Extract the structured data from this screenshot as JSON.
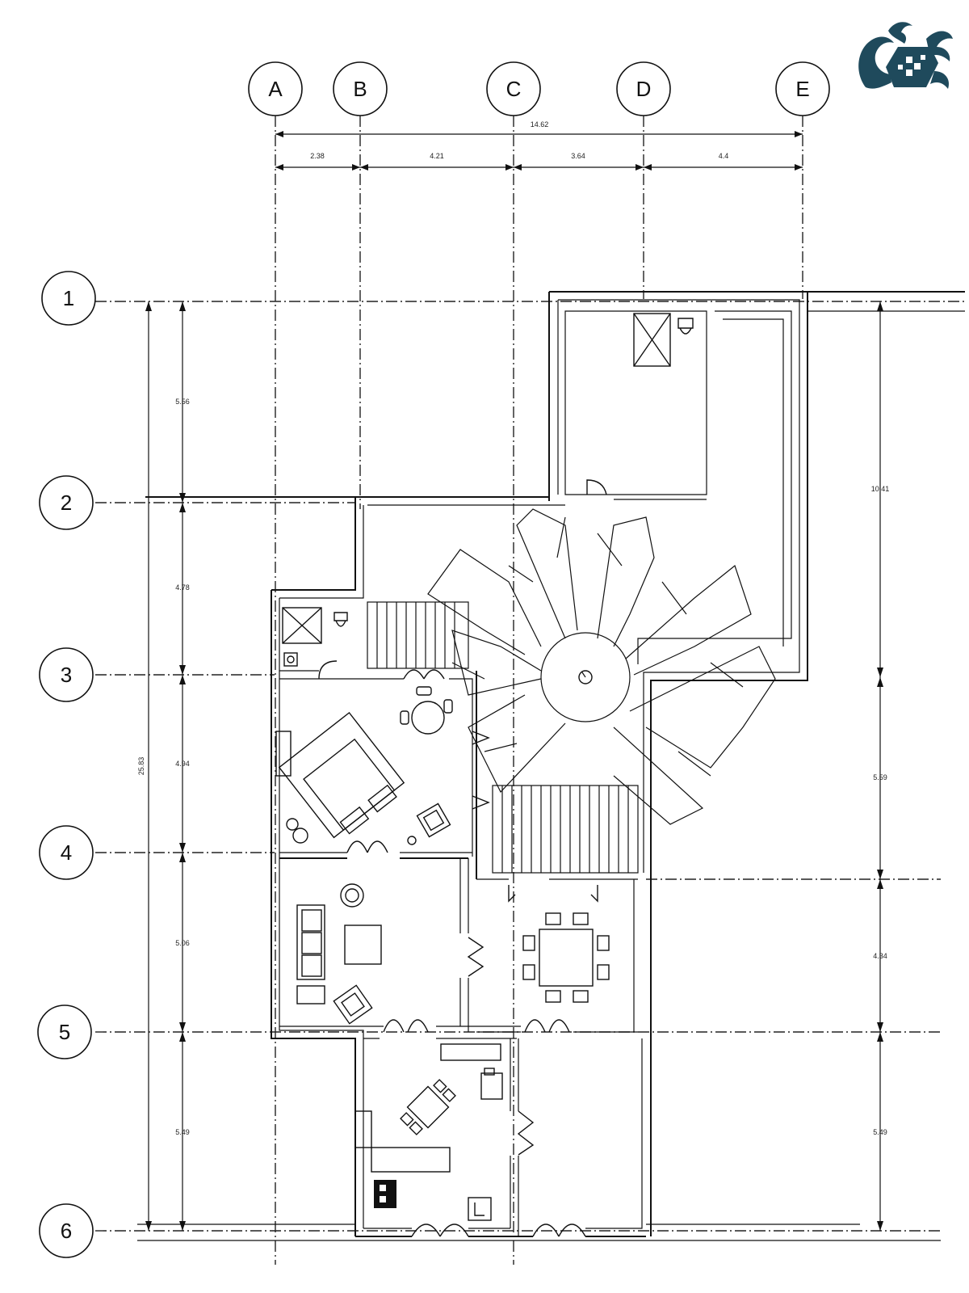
{
  "grid": {
    "columns": [
      "A",
      "B",
      "C",
      "D",
      "E"
    ],
    "rows": [
      "1",
      "2",
      "3",
      "4",
      "5",
      "6"
    ]
  },
  "dimensions": {
    "overall_width": "14.62",
    "column_spacings": [
      "2.38",
      "4.21",
      "3.64",
      "4.4"
    ],
    "overall_height": "25.83",
    "row_spacings_left": [
      "5.56",
      "4.78",
      "4.94",
      "5.06",
      "5.49"
    ],
    "right_dims": [
      "10.41",
      "5.59",
      "4.34",
      "5.49"
    ]
  },
  "colors": {
    "line": "#111111",
    "logo": "#1f4a5c"
  },
  "icons": [
    "brand-logo-icon"
  ]
}
